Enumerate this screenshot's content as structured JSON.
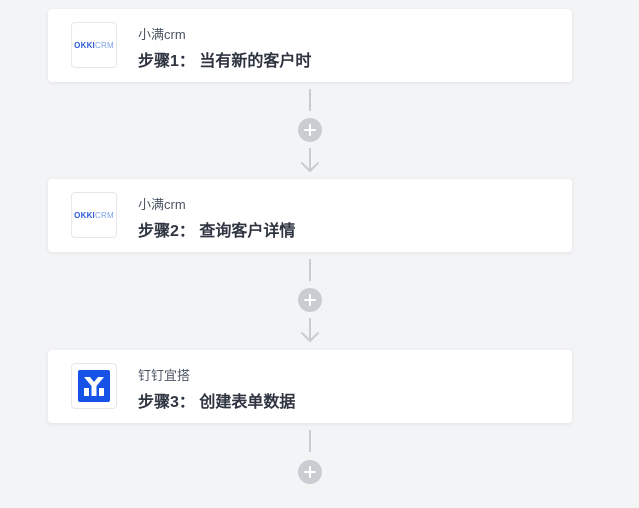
{
  "steps": [
    {
      "app_name": "小满crm",
      "title": "步骤1： 当有新的客户时",
      "logo": {
        "text_bold": "OKKI",
        "text_light": "CRM",
        "color_bold": "#2f5bd8",
        "color_light": "#7aa0e8"
      }
    },
    {
      "app_name": "小满crm",
      "title": "步骤2： 查询客户详情",
      "logo": {
        "text_bold": "OKKI",
        "text_light": "CRM",
        "color_bold": "#2f5bd8",
        "color_light": "#7aa0e8"
      }
    },
    {
      "app_name": "钉钉宜搭",
      "title": "步骤3： 创建表单数据",
      "logo": {
        "icon": "yida-logo-icon",
        "color": "#1652e6"
      }
    }
  ],
  "colors": {
    "background": "#f3f4f6",
    "connector": "#c9ccd1",
    "card": "#ffffff",
    "title_text": "#2f3441",
    "app_text": "#4b5563"
  }
}
